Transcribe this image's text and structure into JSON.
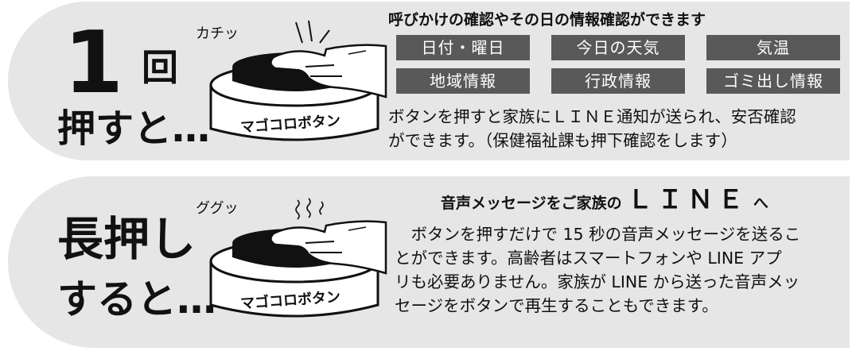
{
  "section1": {
    "digit": "1",
    "kai": "回",
    "press": "押すと…",
    "sound": "カチッ",
    "button_label": "マゴコロボタン",
    "title": "呼びかけの確認やその日の情報確認ができます",
    "tags": [
      "日付・曜日",
      "今日の天気",
      "気温",
      "地域情報",
      "行政情報",
      "ゴミ出し情報"
    ],
    "body": [
      "ボタンを押すと家族にＬＩＮＥ通知が送られ、安否確認",
      "ができます。（保健福祉課も押下確認をします）"
    ]
  },
  "section2": {
    "line1": "長押し",
    "line2": "すると…",
    "sound": "ググッ",
    "button_label": "マゴコロボタン",
    "title_pre": "音声メッセージをご家族の",
    "title_line": "ＬＩＮＥ",
    "title_post": "へ",
    "body": [
      "　ボタンを押すだけで 15 秒の音声メッセージを送るこ",
      "とができます。高齢者はスマートフォンや LINE アプ",
      "リも必要ありません。家族が LINE から送った音声メッ",
      "セージをボタンで再生することもできます。"
    ]
  },
  "colors": {
    "panel": "#e6e6e6",
    "tag": "#595959",
    "text": "#111111"
  }
}
